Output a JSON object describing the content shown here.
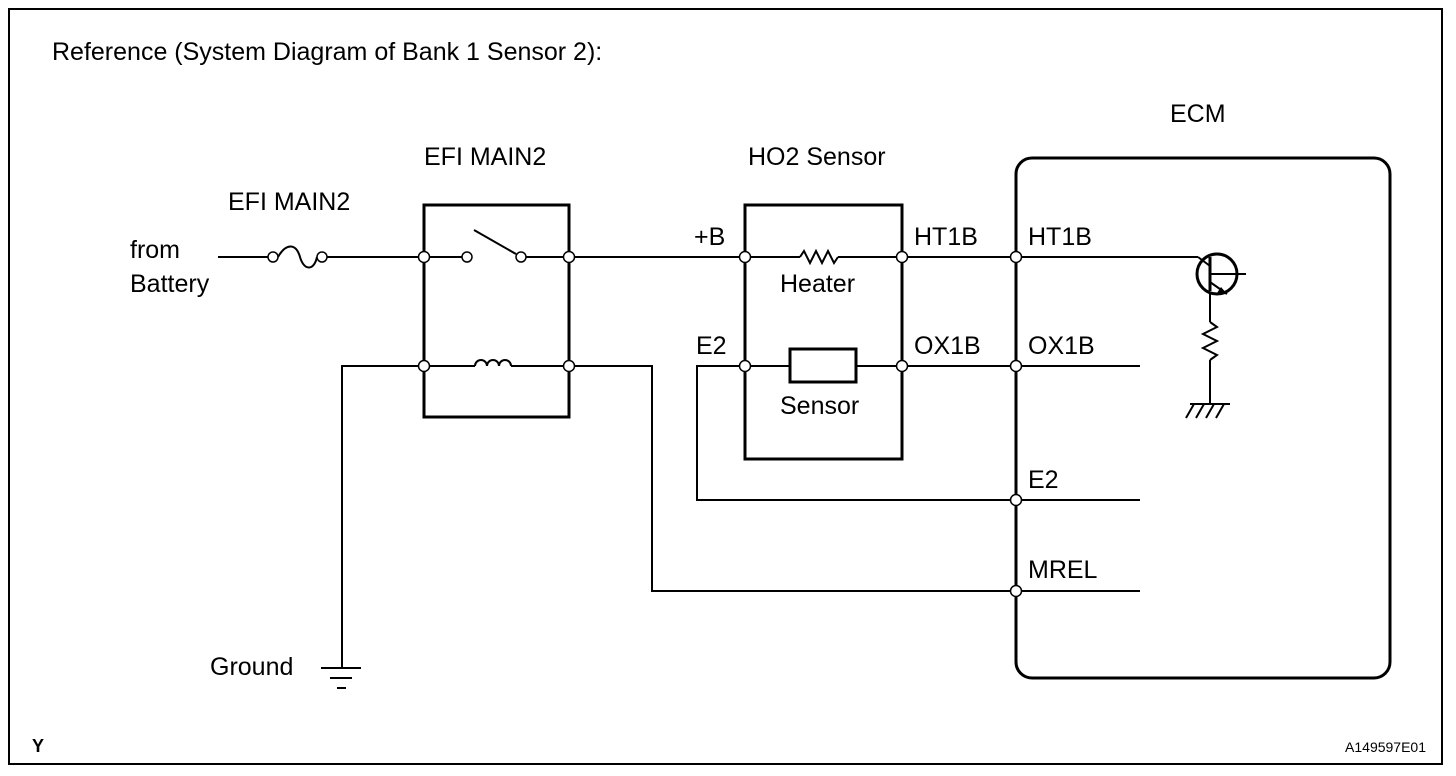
{
  "title": "Reference (System Diagram of Bank 1 Sensor 2):",
  "fuse_label": "EFI MAIN2",
  "relay_label": "EFI MAIN2",
  "source_label": [
    "from",
    "Battery"
  ],
  "ground_label": "Ground",
  "sensor": {
    "title": "HO2 Sensor",
    "heater_label": "Heater",
    "element_label": "Sensor",
    "pin_plus_b": "+B",
    "pin_e2": "E2",
    "pin_ht1b": "HT1B",
    "pin_ox1b": "OX1B"
  },
  "ecm": {
    "title": "ECM",
    "pin_ht1b": "HT1B",
    "pin_ox1b": "OX1B",
    "pin_e2": "E2",
    "pin_mrel": "MREL"
  },
  "corner_code": "Y",
  "figure_id": "A149597E01"
}
